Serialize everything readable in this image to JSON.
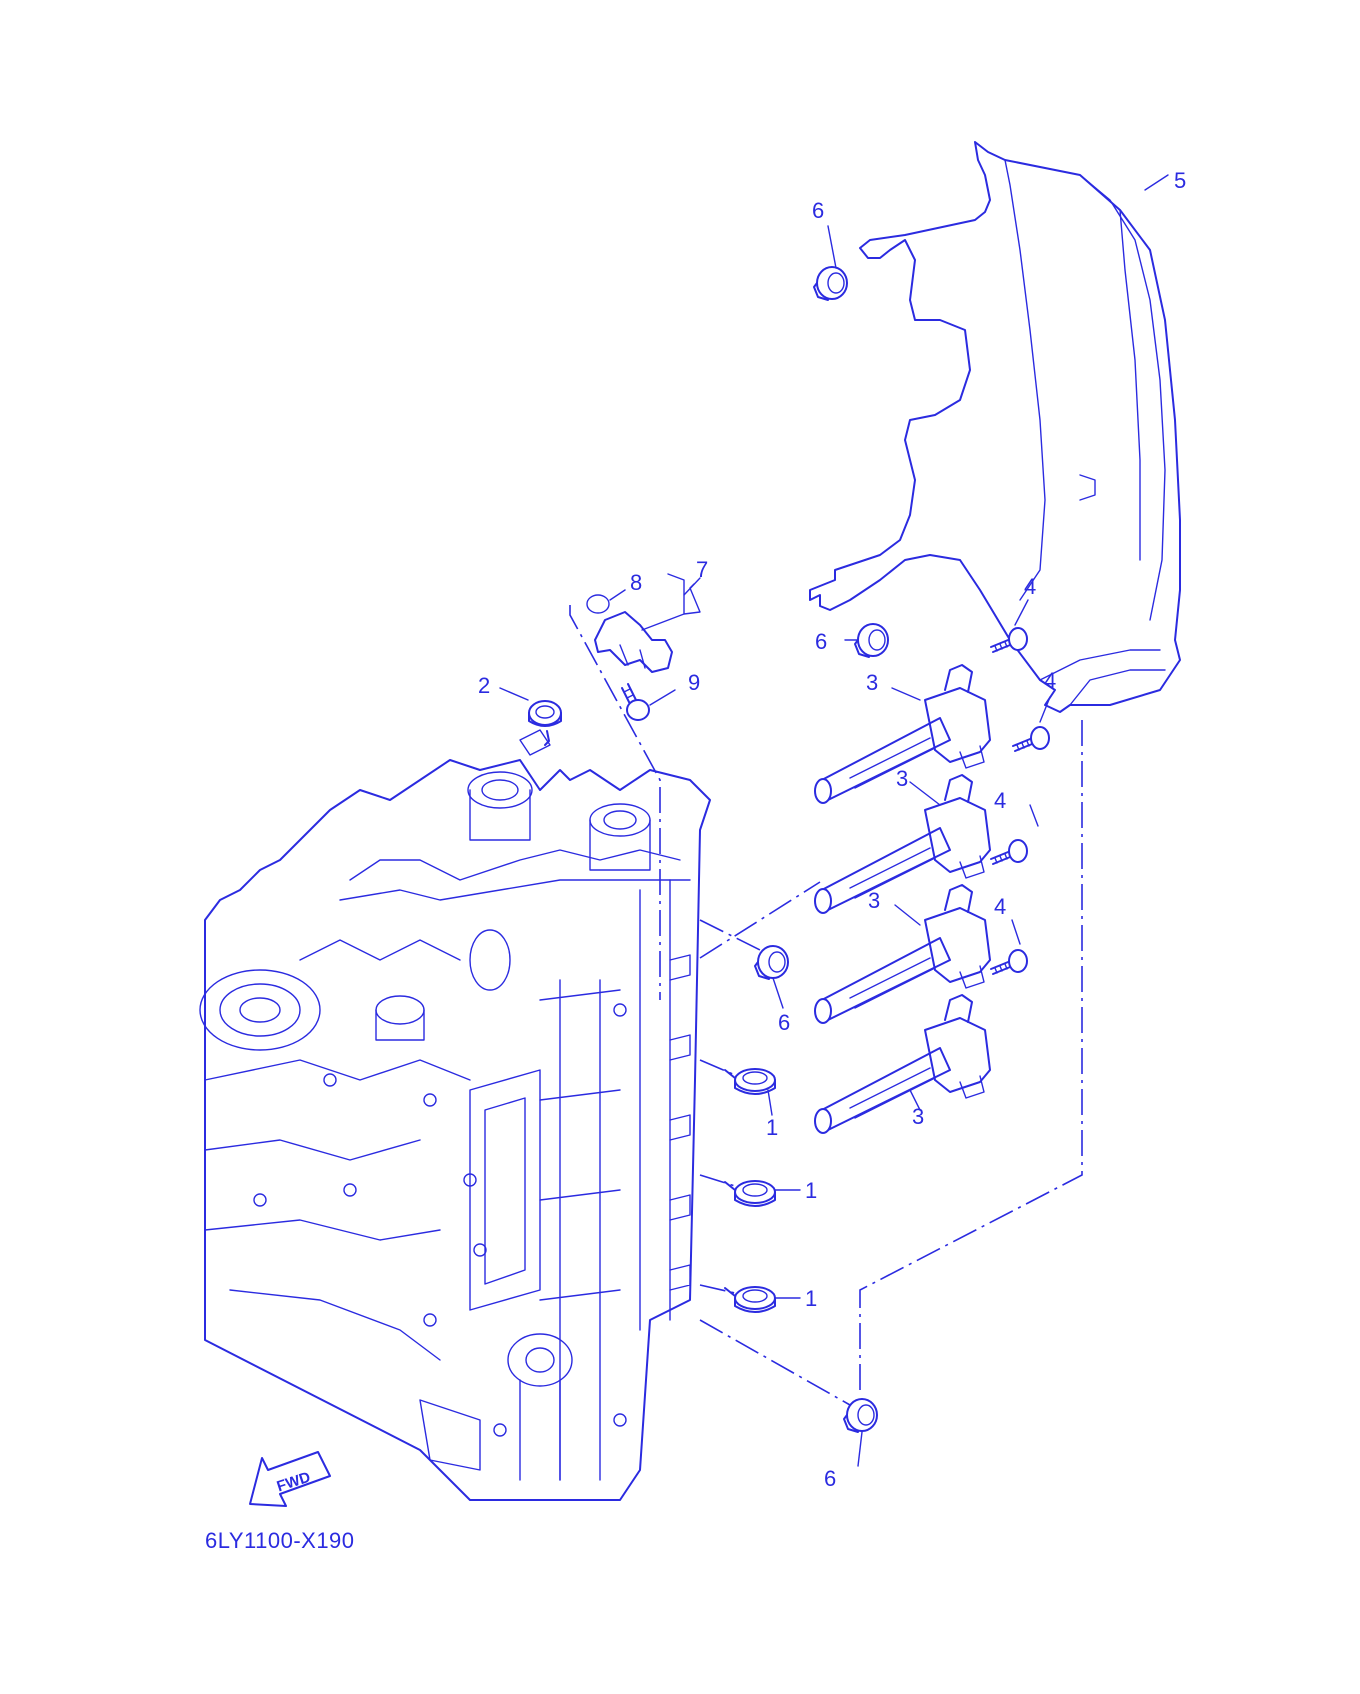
{
  "diagram_code": "6LY1100-X190",
  "fwd_label": "FWD",
  "line_color": "#2b2be0",
  "callouts": {
    "c1a": "1",
    "c1b": "1",
    "c1c": "1",
    "c2": "2",
    "c3a": "3",
    "c3b": "3",
    "c3c": "3",
    "c3d": "3",
    "c4a": "4",
    "c4b": "4",
    "c4c": "4",
    "c4d": "4",
    "c5": "5",
    "c6a": "6",
    "c6b": "6",
    "c6c": "6",
    "c6d": "6",
    "c7": "7",
    "c8": "8",
    "c9": "9"
  }
}
